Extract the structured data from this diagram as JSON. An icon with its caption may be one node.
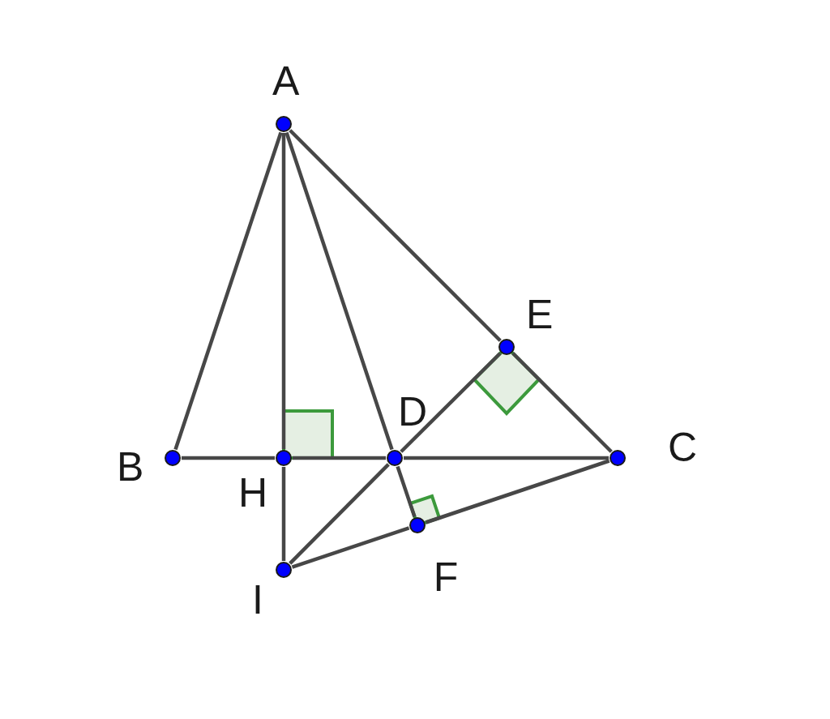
{
  "diagram": {
    "nodes": [
      {
        "text": [
          "A"
        ]
      },
      {
        "text": [
          "B"
        ]
      },
      {
        "text": [
          "H"
        ]
      },
      {
        "text": [
          "D"
        ]
      },
      {
        "text": [
          "C"
        ]
      },
      {
        "text": [
          "E"
        ]
      },
      {
        "text": [
          "F"
        ]
      },
      {
        "text": [
          "I"
        ]
      }
    ],
    "edges": [
      {
        "from": 0,
        "to": 1,
        "arrow": "none"
      },
      {
        "from": 0,
        "to": 2,
        "arrow": "none"
      },
      {
        "from": 2,
        "to": 7,
        "arrow": "none"
      },
      {
        "from": 0,
        "to": 3,
        "arrow": "none"
      },
      {
        "from": 3,
        "to": 6,
        "arrow": "none"
      },
      {
        "from": 0,
        "to": 5,
        "arrow": "none"
      },
      {
        "from": 5,
        "to": 4,
        "arrow": "none"
      },
      {
        "from": 1,
        "to": 2,
        "arrow": "none"
      },
      {
        "from": 2,
        "to": 3,
        "arrow": "none"
      },
      {
        "from": 3,
        "to": 4,
        "arrow": "none"
      },
      {
        "from": 7,
        "to": 3,
        "arrow": "none"
      },
      {
        "from": 3,
        "to": 5,
        "arrow": "none"
      },
      {
        "from": 7,
        "to": 6,
        "arrow": "none"
      },
      {
        "from": 6,
        "to": 4,
        "arrow": "none"
      }
    ]
  }
}
